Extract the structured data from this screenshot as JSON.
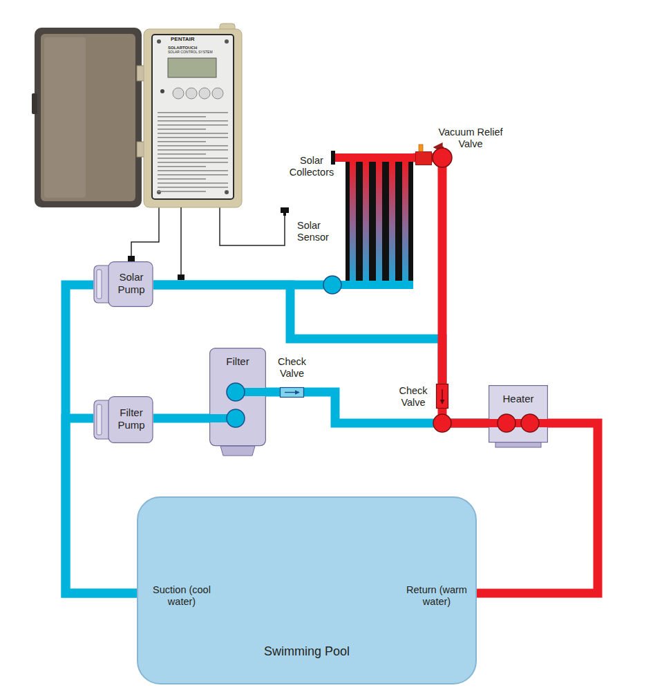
{
  "diagram": {
    "nodes": [
      {
        "text": [
          "PENTAIR",
          "SOLARTOUCH",
          "SOLAR CONTROL SYSTEM"
        ]
      },
      {
        "text": [
          "Vacuum Relief Valve"
        ]
      },
      {
        "text": [
          "Solar Collectors"
        ]
      },
      {
        "text": [
          "Solar Sensor"
        ]
      },
      {
        "text": [
          "Solar Pump"
        ]
      },
      {
        "text": [
          "Filter"
        ]
      },
      {
        "text": [
          "Check Valve"
        ]
      },
      {
        "text": [
          "Check Valve"
        ]
      },
      {
        "text": [
          "Filter Pump"
        ]
      },
      {
        "text": [
          "Heater"
        ]
      },
      {
        "text": [
          "Suction (cool water)",
          "Return (warm water)",
          "Swimming Pool"
        ]
      }
    ],
    "edges": [
      {
        "from": 0,
        "to": 4,
        "arrow": "none"
      },
      {
        "from": 0,
        "to": 3,
        "arrow": "none"
      },
      {
        "from": 10,
        "to": 4,
        "arrow": "none"
      },
      {
        "from": 10,
        "to": 8,
        "arrow": "none"
      },
      {
        "from": 4,
        "to": 2,
        "arrow": "none"
      },
      {
        "from": 4,
        "to": 7,
        "arrow": "none"
      },
      {
        "from": 2,
        "to": 1,
        "arrow": "none"
      },
      {
        "from": 1,
        "to": 7,
        "arrow": "none"
      },
      {
        "from": 8,
        "to": 5,
        "arrow": "none"
      },
      {
        "from": 5,
        "to": 6,
        "arrow": "none"
      },
      {
        "from": 6,
        "to": 9,
        "arrow": "none"
      },
      {
        "from": 7,
        "to": 9,
        "arrow": "none"
      },
      {
        "from": 9,
        "to": 10,
        "arrow": "none"
      }
    ],
    "labels": [
      "MENU",
      "LESS",
      "MORE",
      "ENTER",
      "OPERATION"
    ]
  }
}
